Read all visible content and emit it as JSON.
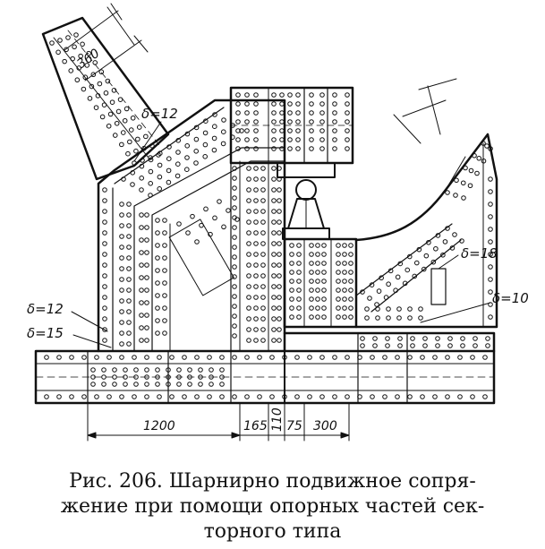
{
  "labels": {
    "delta_top": "δ=12",
    "delta_left_12": "δ=12",
    "delta_left_15": "δ=15",
    "delta_right_18": "δ=18",
    "delta_right_10": "δ=10",
    "dim_360": "360"
  },
  "dimensions": {
    "d1200": "1200",
    "d165": "165",
    "d110": "110",
    "d75": "75",
    "d300": "300"
  },
  "caption": {
    "line1": "Рис. 206. Шарнирно  подвижное сопря-",
    "line2": "жение при помощи опорных частей сек-",
    "line3": "торного типа"
  }
}
